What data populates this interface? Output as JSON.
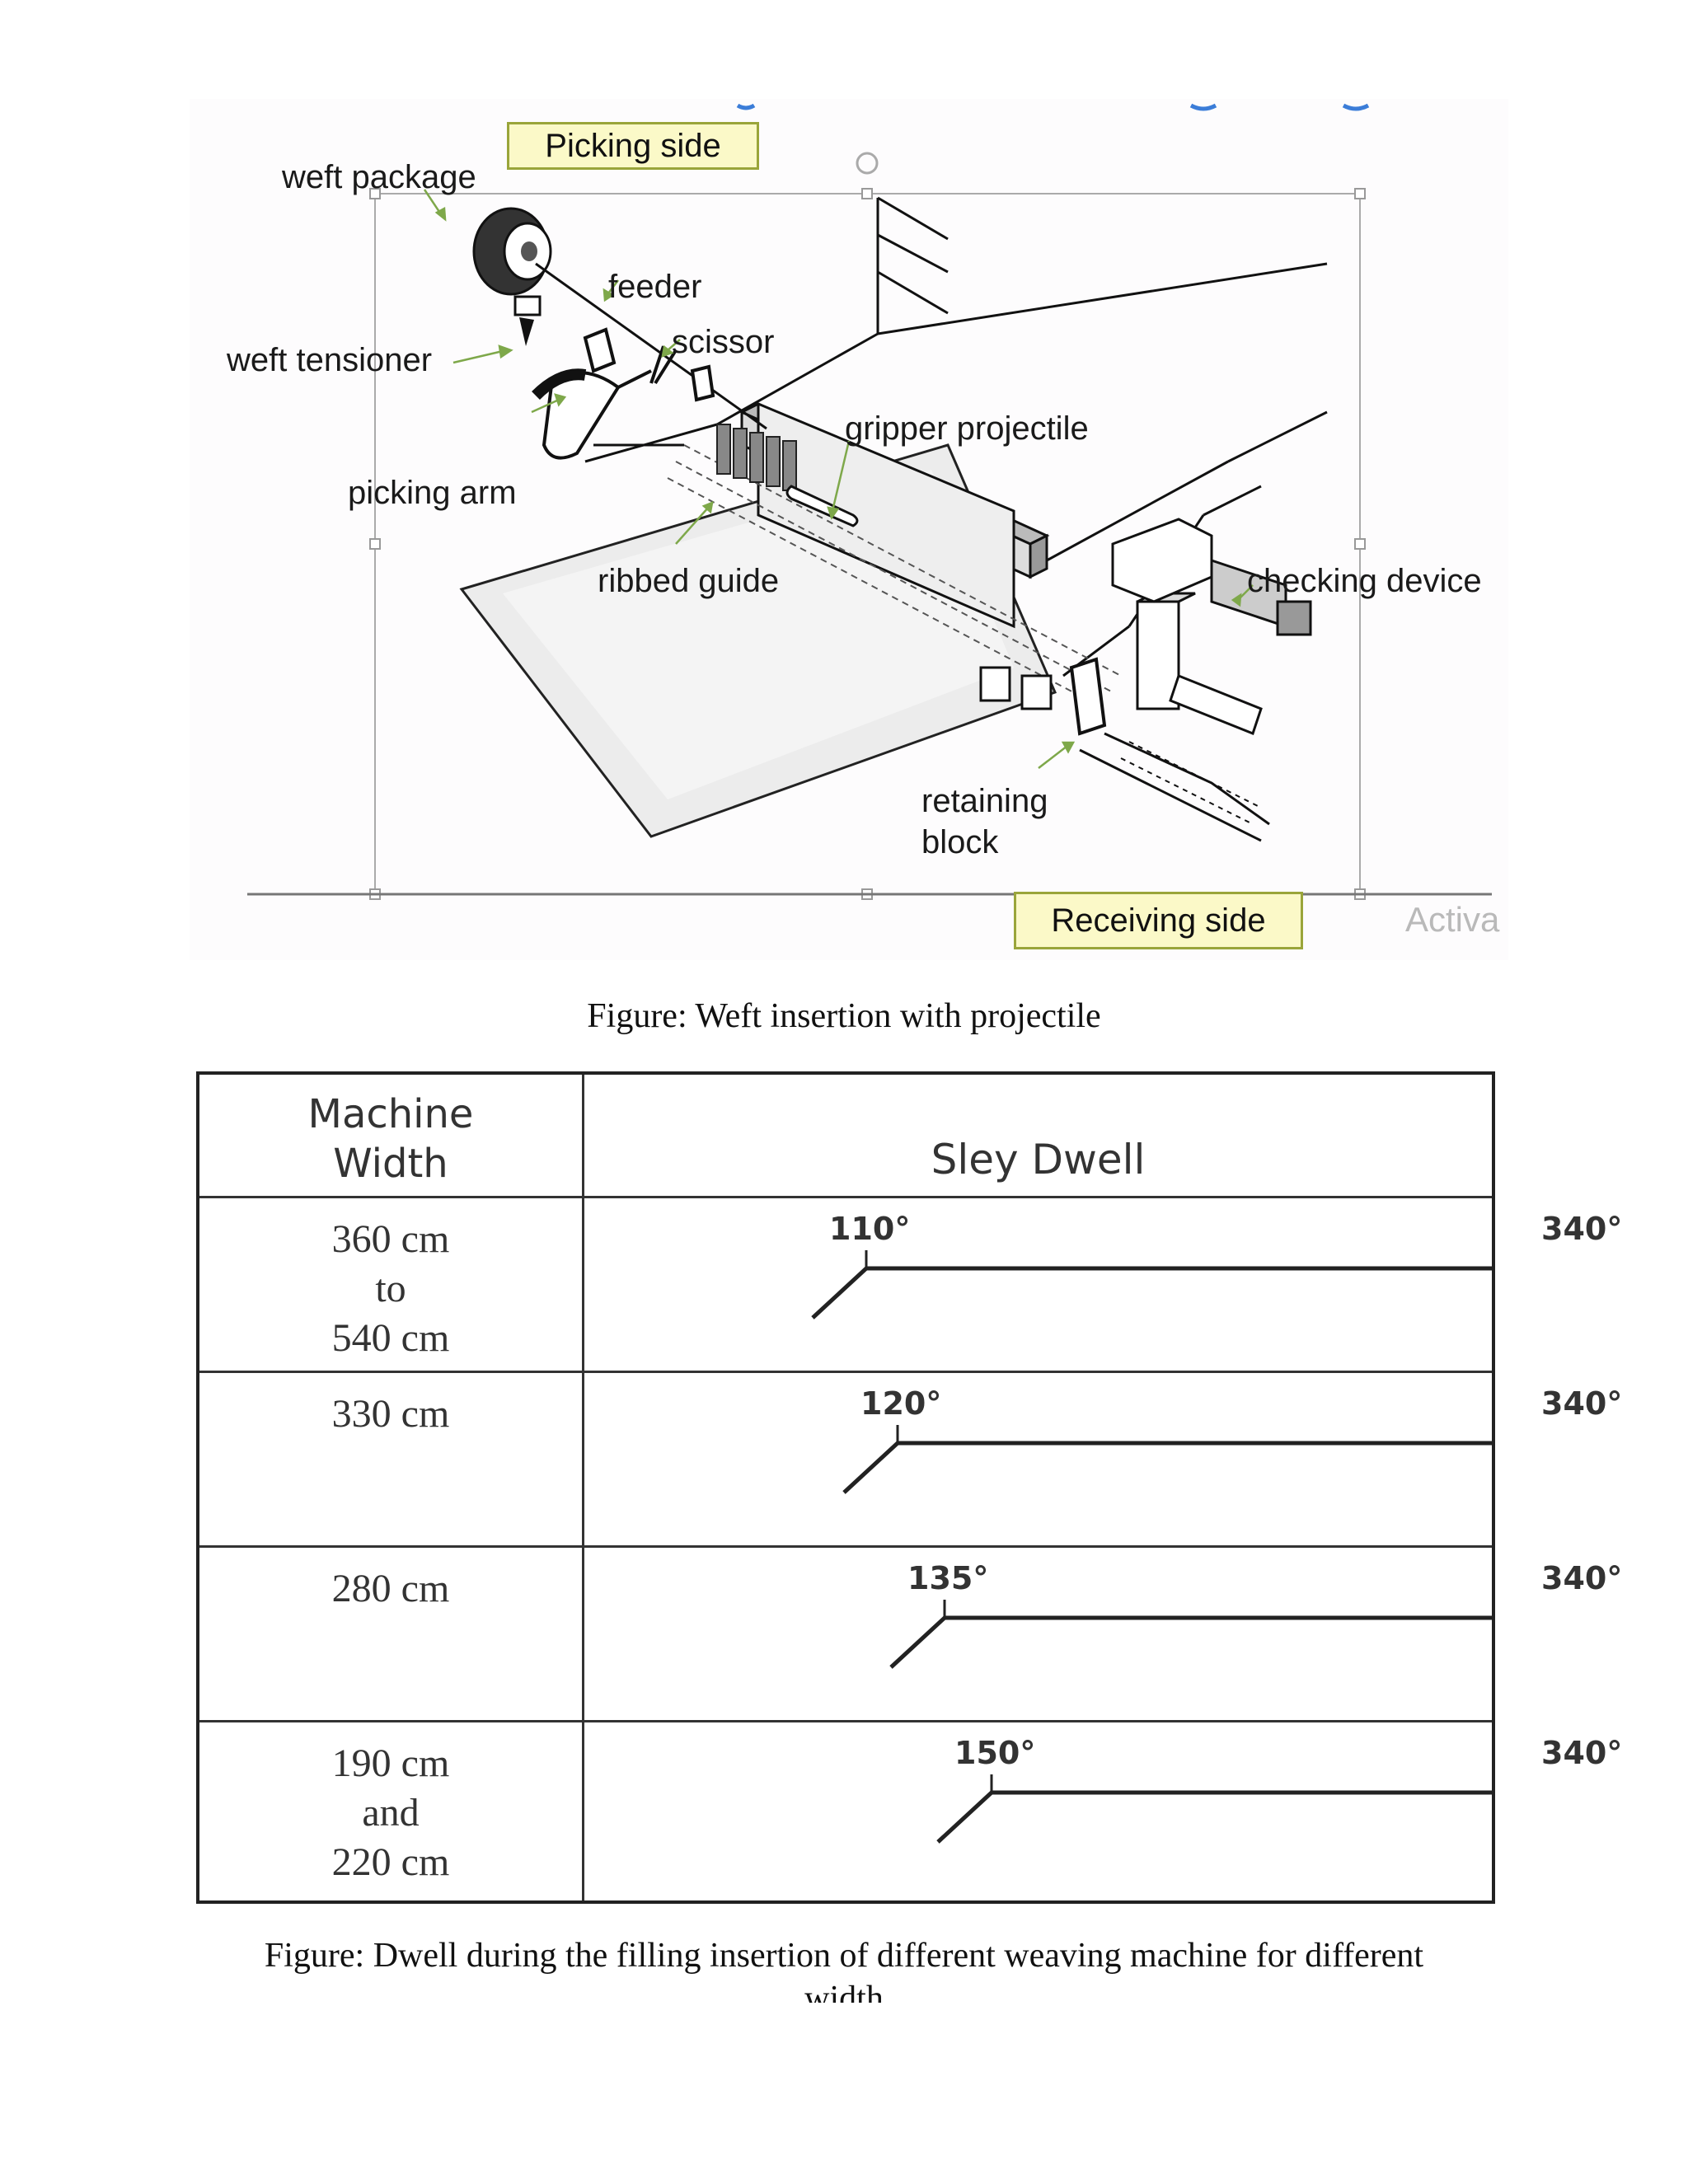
{
  "figure1": {
    "tags": {
      "picking_side": "Picking side",
      "receiving_side": "Receiving side"
    },
    "callouts": {
      "weft_package": "weft package",
      "feeder": "feeder",
      "scissor": "scissor",
      "weft_tensioner": "weft tensioner",
      "gripper_projectile": "gripper projectile",
      "picking_arm": "picking arm",
      "ribbed_guide": "ribbed guide",
      "checking_device": "checking device",
      "retaining_block_line1": "retaining",
      "retaining_block_line2": "block"
    },
    "watermark": "Activa",
    "caption": "Figure: Weft insertion with projectile"
  },
  "table": {
    "header_left_line1": "Machine",
    "header_left_line2": "Width",
    "header_right": "Sley Dwell",
    "rows": [
      {
        "width_lines": [
          "360 cm",
          "to",
          "540 cm"
        ],
        "start_angle": "110°",
        "end_angle": "340°",
        "start_deg": 110,
        "end_deg": 340
      },
      {
        "width_lines": [
          "330 cm"
        ],
        "start_angle": "120°",
        "end_angle": "340°",
        "start_deg": 120,
        "end_deg": 340
      },
      {
        "width_lines": [
          "280 cm"
        ],
        "start_angle": "135°",
        "end_angle": "340°",
        "start_deg": 135,
        "end_deg": 340
      },
      {
        "width_lines": [
          "190 cm",
          "and",
          "220 cm"
        ],
        "start_angle": "150°",
        "end_angle": "340°",
        "start_deg": 150,
        "end_deg": 340
      }
    ],
    "caption_line1": "Figure: Dwell during the filling insertion of different weaving machine for different",
    "caption_line2": "width"
  }
}
